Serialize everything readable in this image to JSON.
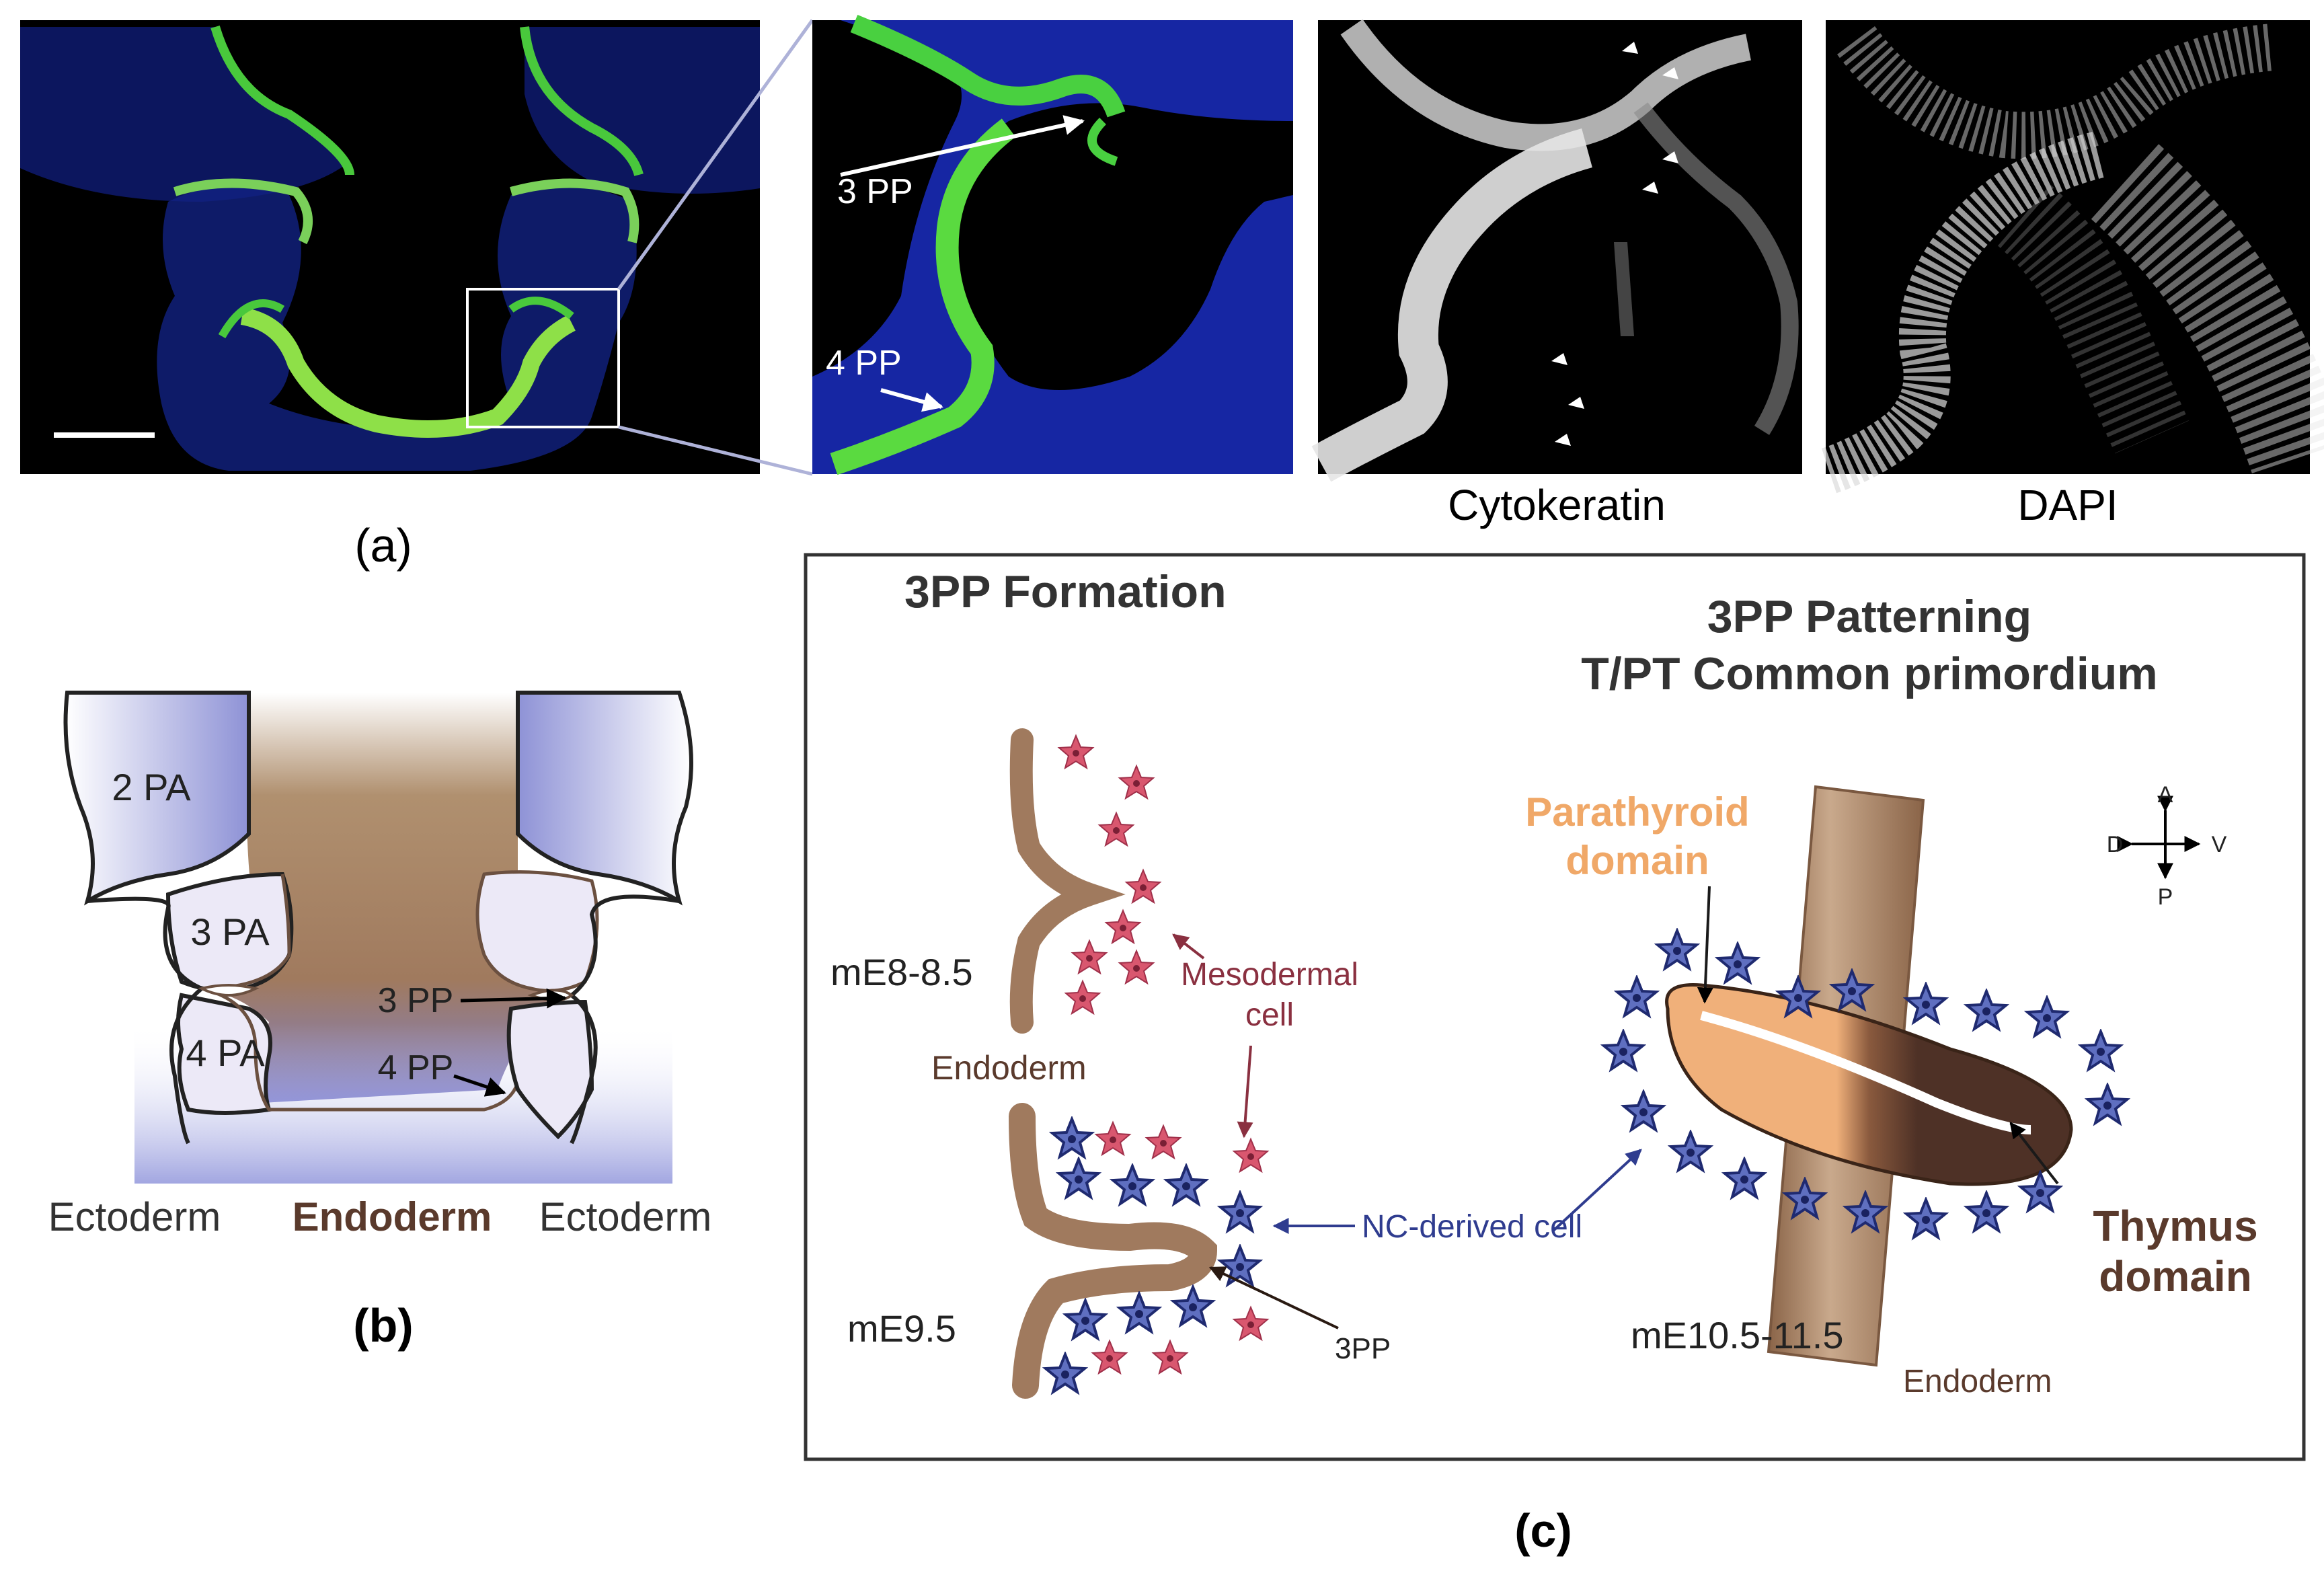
{
  "panel_a": {
    "caption": "(a)",
    "inset_labels": {
      "pp3": "3 PP",
      "pp4": "4 PP"
    },
    "channel_labels": {
      "cytokeratin": "Cytokeratin",
      "dapi": "DAPI"
    }
  },
  "panel_b": {
    "caption": "(b)",
    "arches": {
      "pa2": "2 PA",
      "pa3": "3 PA",
      "pa4": "4 PA"
    },
    "pouches": {
      "pp3": "3 PP",
      "pp4": "4 PP"
    },
    "tissues": {
      "ecto_left": "Ectoderm",
      "endo": "Endoderm",
      "ecto_right": "Ectoderm"
    }
  },
  "panel_c": {
    "caption": "(c)",
    "formation": {
      "title": "3PP  Formation",
      "stage1": "mE8-8.5",
      "stage2": "mE9.5",
      "endoderm": "Endoderm",
      "meso_line1": "Mesodermal",
      "meso_line2": "cell",
      "nc_cell": "NC-derived cell",
      "pp3": "3PP"
    },
    "patterning": {
      "title_line1": "3PP Patterning",
      "title_line2": "T/PT Common primordium",
      "parathyroid_line1": "Parathyroid",
      "parathyroid_line2": "domain",
      "thymus_line1": "Thymus",
      "thymus_line2": "domain",
      "stage": "mE10.5-11.5",
      "endoderm": "Endoderm",
      "axis": {
        "a": "A",
        "p": "P",
        "d": "D",
        "v": "V"
      }
    }
  },
  "colors": {
    "endoderm": "#a07a5e",
    "mesoderm_cell": "#d9576f",
    "nc_cell": "#4a5aa8",
    "parathyroid": "#f0b07a",
    "thymus": "#5a3a2c",
    "ectoderm_blue": "#8e92d6"
  }
}
